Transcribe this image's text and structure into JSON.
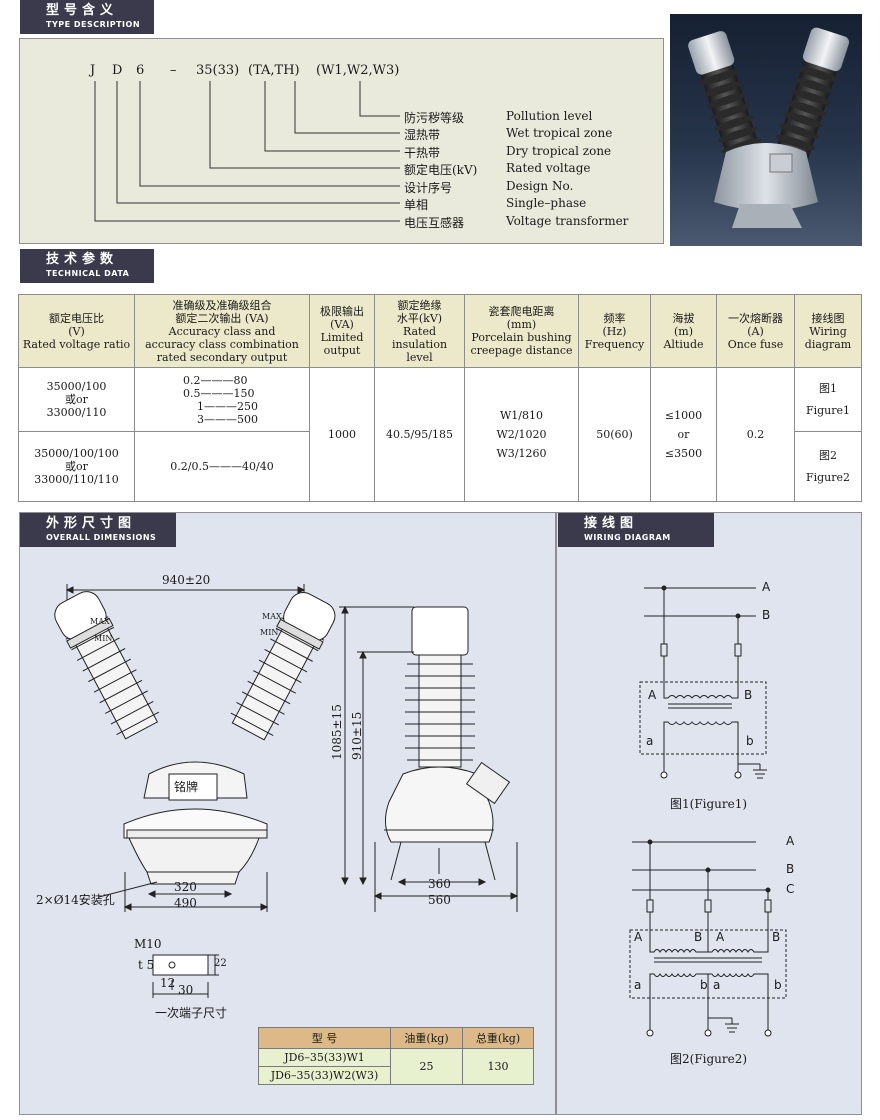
{
  "sections": {
    "type_description": {
      "cn": "型号含义",
      "en": "TYPE DESCRIPTION"
    },
    "technical_data": {
      "cn": "技术参数",
      "en": "TECHNICAL DATA"
    },
    "overall_dimensions": {
      "cn": "外形尺寸图",
      "en": "OVERALL DIMENSIONS"
    },
    "wiring_diagram": {
      "cn": "接线图",
      "en": "WIRING DIAGRAM"
    }
  },
  "model": {
    "chars": [
      "J",
      "D",
      "6",
      "–",
      "35(33)",
      "(TA,TH)",
      "(W1,W2,W3)"
    ],
    "legend": [
      {
        "cn": "防污秽等级",
        "en": "Pollution level"
      },
      {
        "cn": "湿热带",
        "en": "Wet tropical zone"
      },
      {
        "cn": "干热带",
        "en": "Dry tropical zone"
      },
      {
        "cn": "额定电压(kV)",
        "en": "Rated voltage"
      },
      {
        "cn": "设计序号",
        "en": "Design No."
      },
      {
        "cn": "单相",
        "en": "Single–phase"
      },
      {
        "cn": "电压互感器",
        "en": "Voltage transformer"
      }
    ]
  },
  "tech": {
    "headers": [
      [
        "额定电压比",
        "(V)",
        "Rated voltage ratio"
      ],
      [
        "准确级及准确级组合",
        "额定二次输出 (VA)",
        "Accuracy class and",
        "accuracy class combination",
        "rated secondary output"
      ],
      [
        "极限输出",
        "(VA)",
        "Limited",
        "output"
      ],
      [
        "额定绝缘",
        "水平(kV)",
        "Rated insulation",
        "level"
      ],
      [
        "瓷套爬电距离",
        "(mm)",
        "Porcelain bushing",
        "creepage distance"
      ],
      [
        "频率",
        "(Hz)",
        "Frequency"
      ],
      [
        "海拔",
        "(m)",
        "Altiude"
      ],
      [
        "一次熔断器",
        "(A)",
        "Once fuse"
      ],
      [
        "接线图",
        "Wiring",
        "diagram"
      ]
    ],
    "row1": {
      "ratio": [
        "35000/100",
        "或or",
        "33000/110"
      ],
      "accuracy": [
        "0.2———80",
        "0.5———150",
        "1———250",
        "3———500"
      ],
      "diagram": [
        "图1",
        "Figure1"
      ]
    },
    "row2": {
      "ratio": [
        "35000/100/100",
        "或or",
        "33000/110/110"
      ],
      "accuracy": [
        "0.2/0.5———40/40"
      ],
      "diagram": [
        "图2",
        "Figure2"
      ]
    },
    "limited_output": "1000",
    "insulation": "40.5/95/185",
    "creepage": [
      "W1/810",
      "W2/1020",
      "W3/1260"
    ],
    "frequency": "50(60)",
    "altitude": [
      "≤1000",
      "or",
      "≤3500"
    ],
    "fuse": "0.2"
  },
  "dimensions": {
    "width_top": "940±20",
    "base_320": "320",
    "base_490": "490",
    "holes": "2×Ø14安装孔",
    "h1085": "1085±15",
    "h910": "910±15",
    "base_360": "360",
    "base_560": "560",
    "terminal_m10": "M10",
    "terminal_t5": "t 5",
    "terminal_22": "22",
    "terminal_12": "12",
    "terminal_30": "30",
    "terminal_caption": "一次端子尺寸",
    "nameplate": "铭牌",
    "max": "MAX",
    "min": "MIN"
  },
  "weight_table": {
    "headers": [
      "型 号",
      "油重(kg)",
      "总重(kg)"
    ],
    "models": [
      "JD6–35(33)W1",
      "JD6–35(33)W2(W3)"
    ],
    "oil": "25",
    "total": "130"
  },
  "wiring": {
    "fig1": {
      "A": "A",
      "B": "B",
      "pA": "A",
      "pB": "B",
      "sa": "a",
      "sb": "b",
      "caption": "图1(Figure1)"
    },
    "fig2": {
      "A": "A",
      "B": "B",
      "C": "C",
      "p1A": "A",
      "p1B": "B",
      "p2A": "A",
      "p2B": "B",
      "s1a": "a",
      "s1b": "b",
      "s2a": "a",
      "s2b": "b",
      "caption": "图2(Figure2)"
    }
  }
}
